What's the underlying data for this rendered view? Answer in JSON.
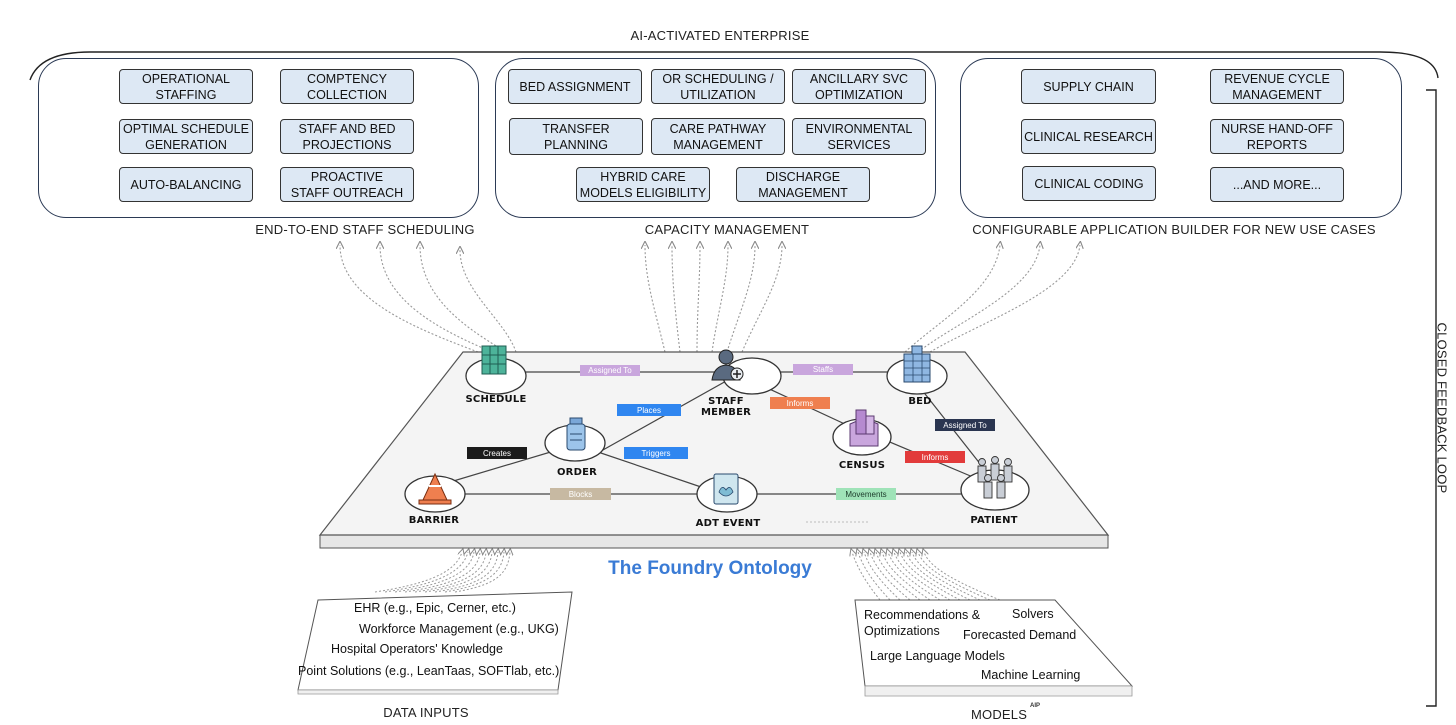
{
  "header": {
    "title": "AI-ACTIVATED ENTERPRISE"
  },
  "right_bracket_label": "CLOSED FEEDBACK LOOP",
  "panels": {
    "staff": {
      "caption": "END-TO-END STAFF SCHEDULING",
      "items": [
        "OPERATIONAL\nSTAFFING",
        "COMPTENCY\nCOLLECTION",
        "OPTIMAL SCHEDULE\nGENERATION",
        "STAFF AND BED\nPROJECTIONS",
        "AUTO-BALANCING",
        "PROACTIVE\nSTAFF OUTREACH"
      ]
    },
    "capacity": {
      "caption": "CAPACITY MANAGEMENT",
      "items": [
        "BED ASSIGNMENT",
        "OR SCHEDULING /\nUTILIZATION",
        "ANCILLARY SVC\nOPTIMIZATION",
        "TRANSFER\nPLANNING",
        "CARE PATHWAY\nMANAGEMENT",
        "ENVIRONMENTAL\nSERVICES",
        "HYBRID CARE\nMODELS ELIGIBILITY",
        "DISCHARGE\nMANAGEMENT"
      ]
    },
    "builder": {
      "caption": "CONFIGURABLE APPLICATION BUILDER FOR NEW USE CASES",
      "items": [
        "SUPPLY CHAIN",
        "REVENUE CYCLE\nMANAGEMENT",
        "CLINICAL RESEARCH",
        "NURSE HAND-OFF\nREPORTS",
        "CLINICAL CODING",
        "...AND MORE..."
      ]
    }
  },
  "ontology": {
    "title": "The Foundry Ontology",
    "nodes": {
      "schedule": "SCHEDULE",
      "staff_member": "STAFF\nMEMBER",
      "bed": "BED",
      "order": "ORDER",
      "census": "CENSUS",
      "barrier": "BARRIER",
      "adt_event": "ADT EVENT",
      "patient": "PATIENT"
    },
    "relations": {
      "assigned_to_1": "Assigned To",
      "staffs": "Staffs",
      "places": "Places",
      "informs_1": "Informs",
      "assigned_to_2": "Assigned To",
      "creates": "Creates",
      "triggers": "Triggers",
      "informs_2": "Informs",
      "blocks": "Blocks",
      "movements": "Movements"
    }
  },
  "data_inputs": {
    "caption": "DATA INPUTS",
    "items": [
      "EHR (e.g., Epic, Cerner, etc.)",
      "Workforce Management (e.g., UKG)",
      "Hospital Operators' Knowledge",
      "Point Solutions (e.g., LeanTaas, SOFTlab, etc.)"
    ]
  },
  "models": {
    "caption": "MODELS",
    "caption_mark": "AIP",
    "items": [
      "Recommendations &\nOptimizations",
      "Solvers",
      "Forecasted Demand",
      "Large Language Models",
      "Machine Learning"
    ]
  },
  "colors": {
    "panel_border": "#2b3a55",
    "box_fill": "#dde8f4",
    "title_blue": "#3a7bd5",
    "label_purple": "#c9a6dd",
    "label_blue": "#2f86f0",
    "label_orange": "#ef7f4f",
    "label_navy": "#2a3550",
    "label_black": "#1b1b1b",
    "label_red": "#e23b3b",
    "label_tan": "#c7b9a2",
    "label_green": "#9fe3b8"
  }
}
